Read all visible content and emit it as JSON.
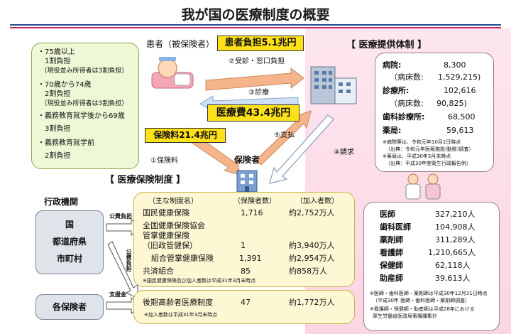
{
  "title": "我が国の医療制度の概要",
  "patient_label": "患者（被保険者）",
  "patient_burden": "患者負担5.1兆円",
  "provision_heading": "【 医療提供体制 】",
  "flow": {
    "consult": "②受診・窓口負担",
    "treatment": "③診療",
    "medical_cost": "医療費43.4兆円",
    "premium_amount": "保険料21.4兆円",
    "pay": "⑤支払",
    "claim": "④請求",
    "premium": "①保険料"
  },
  "insurer_label": "保険者",
  "insurance_heading": "【 医療保険制度 】",
  "burden_notes": [
    "・75歳以上",
    "　1割負担",
    "　（現役並み所得者は3割負担）",
    "・70歳から74歳",
    "　2割負担",
    "　（現役並み所得者は3割負担）",
    "・義務教育就学後から69歳",
    "　3割負担",
    "・義務教育就学前",
    "　2割負担"
  ],
  "admin": {
    "heading": "行政機関",
    "lines": [
      "国",
      "都道府県",
      "市町村"
    ],
    "public_burden": "公費負担",
    "public_burden_vertical": "公費負担",
    "subsidy": "支援金",
    "each_insurer": "各保険者"
  },
  "insurance_table": {
    "col_system": "（主な制度名）",
    "col_insurers": "（保険者数）",
    "col_members": "（加入者数）",
    "rows": [
      {
        "name": "国民健康保険",
        "insurers": "1,716",
        "members": "約2,752万人"
      },
      {
        "name": "全国健康保険協会",
        "insurers": "",
        "members": ""
      },
      {
        "name": "管掌健康保険",
        "insurers": "",
        "members": ""
      },
      {
        "name": "（旧政管健保）",
        "insurers": "1",
        "members": "約3,940万人"
      },
      {
        "name": "組合管掌健康保険",
        "insurers": "1,391",
        "members": "約2,954万人"
      },
      {
        "name": "共済組合",
        "insurers": "85",
        "members": "約858万人"
      }
    ],
    "note": "※国民健康保険及び加入者数は平成31年3月末時点",
    "elderly_name": "後期高齢者医療制度",
    "elderly_insurers": "47",
    "elderly_members": "約1,772万人",
    "elderly_note": "※加入者数は平成31年3月末時点"
  },
  "facilities": [
    {
      "label": "病院:",
      "value": "8,300"
    },
    {
      "label": "（病床数:",
      "value": "1,529,215)"
    },
    {
      "label": "診療所:",
      "value": "102,616"
    },
    {
      "label": "（病床数:",
      "value": "90,825)"
    },
    {
      "label": "歯科診療所:",
      "value": "68,500"
    },
    {
      "label": "薬局:",
      "value": "59,613"
    }
  ],
  "facility_notes": [
    "※病院等は、令和元年10月1日時点",
    "（出典：令和元年医療施設(動態)調査）",
    "※薬局は、平成30年3月末時点",
    "（出典：平成30年度衛生行政報告例）"
  ],
  "staff": [
    {
      "label": "医師",
      "value": "327,210人"
    },
    {
      "label": "歯科医師",
      "value": "104,908人"
    },
    {
      "label": "薬剤師",
      "value": "311,289人"
    },
    {
      "label": "看護師",
      "value": "1,210,665人"
    },
    {
      "label": "保健師",
      "value": "62,118人"
    },
    {
      "label": "助産師",
      "value": "39,613人"
    }
  ],
  "staff_notes": [
    "※医師・歯科医師・薬剤師は平成30年12月31日時点",
    "（平成30年 医師・歯科医師・薬剤師調査）",
    "※看護師・保健師・助産師は平成28年における",
    "厚生労働省医政局看護課集計"
  ],
  "colors": {
    "accent_blue": "#2a4d8f",
    "accent_pink": "#c8286b",
    "highlight_yellow": "#ffe11a",
    "arrow_salmon": "#f5b48a",
    "arrow_blue": "#cfe0f5"
  }
}
